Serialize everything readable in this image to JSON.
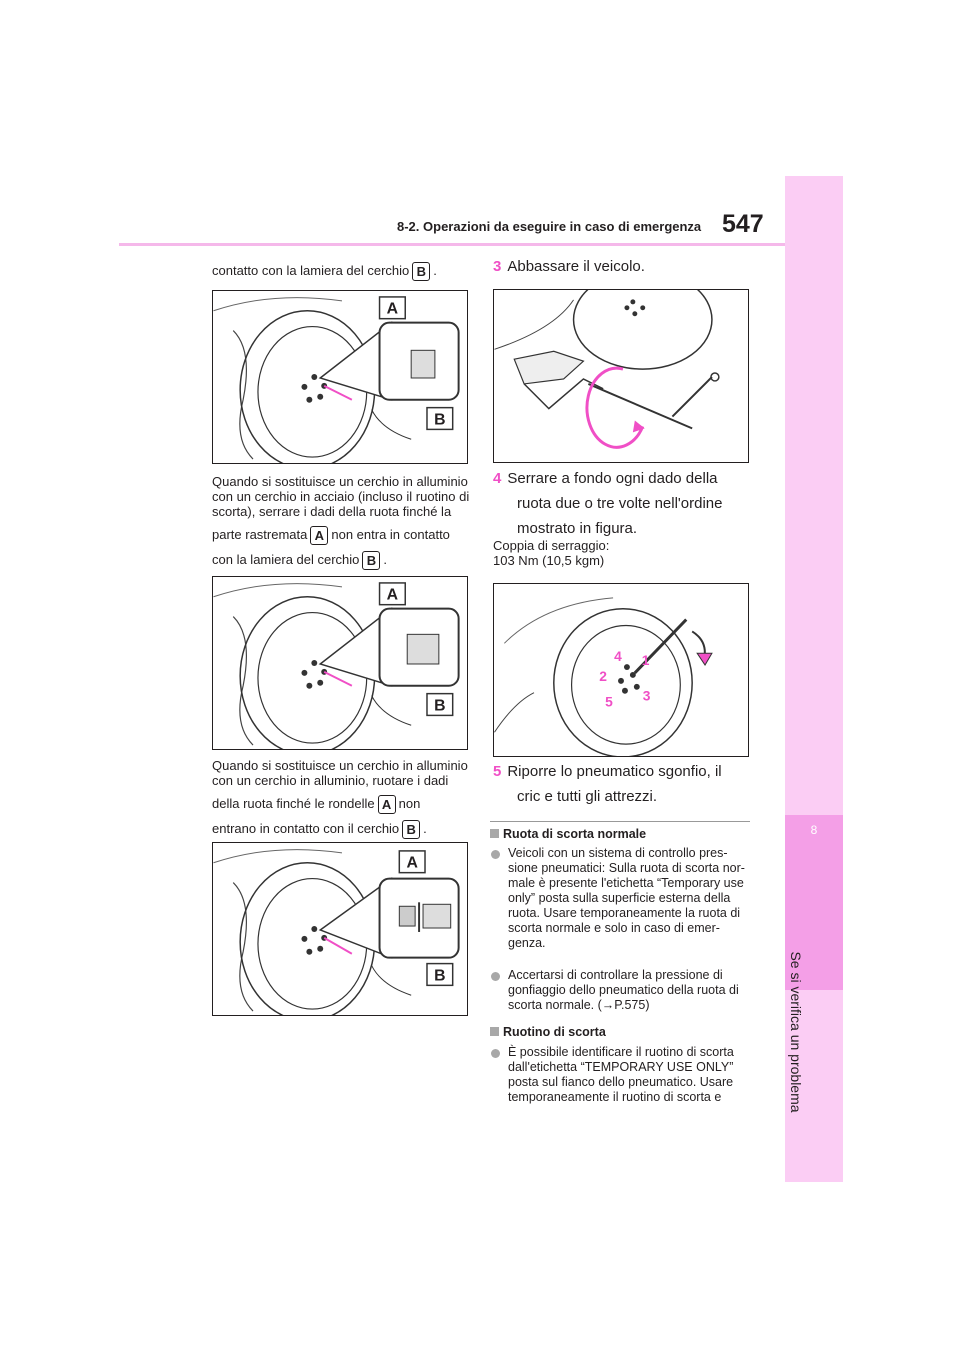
{
  "header": {
    "section": "8-2. Operazioni da eseguire in caso di emergenza",
    "page_number": "547"
  },
  "side_tab": {
    "chapter": "8",
    "label": "Se si verifica un problema"
  },
  "left": {
    "intro": "contatto con la lamiera del cerchio",
    "intro_badge": "B",
    "p1": [
      "Quando si sostituisce un cerchio in alluminio",
      "con un cerchio in acciaio (incluso il ruotino di",
      "scorta), serrare i dadi della ruota finché la",
      "parte rastremata",
      "non entra in contatto",
      "con la lamiera del cerchio"
    ],
    "p2": [
      "Quando si sostituisce un cerchio in alluminio",
      "con un cerchio in alluminio, ruotare i dadi",
      "della ruota finché le rondelle",
      "non",
      "entrano in contatto con il cerchio"
    ],
    "badge_a": "A",
    "badge_b": "B",
    "period": "."
  },
  "right": {
    "step3_num": "3",
    "step3_text": "Abbassare il veicolo.",
    "step4_num": "4",
    "step4_lines": [
      "Serrare a fondo ogni dado della",
      "ruota due o tre volte nell'ordine",
      "mostrato in figura."
    ],
    "torque_label": "Coppia di serraggio:",
    "torque_value": "103 Nm (10,5 kgm)",
    "nut_order": [
      "1",
      "2",
      "3",
      "4",
      "5"
    ],
    "step5_num": "5",
    "step5_lines": [
      "Riporre lo pneumatico sgonfio, il",
      "cric e tutti gli attrezzi."
    ],
    "sec1_title": "Ruota di scorta normale",
    "sec1_bullet1": [
      "Veicoli con un sistema di controllo pres-",
      "sione pneumatici: Sulla ruota di scorta nor-",
      "male è presente l'etichetta “Temporary use",
      "only” posta sulla superficie esterna della",
      "ruota. Usare temporaneamente la ruota di",
      "scorta normale e solo in caso di emer-",
      "genza."
    ],
    "sec1_bullet2": [
      "Accertarsi di controllare la pressione di",
      "gonfiaggio dello pneumatico della ruota di",
      "scorta normale. (→P.575)"
    ],
    "sec2_title": "Ruotino di scorta",
    "sec2_bullet1": [
      "È possibile identificare il ruotino di scorta",
      "dall'etichetta “TEMPORARY USE ONLY”",
      "posta sul fianco dello pneumatico. Usare",
      "temporaneamente il ruotino di scorta e"
    ]
  },
  "colors": {
    "accent_pink": "#f04fc6",
    "tab_light": "#fbcdf4",
    "tab_dark": "#f49fe7",
    "rule": "#f5b8ea",
    "text": "#231f20"
  }
}
